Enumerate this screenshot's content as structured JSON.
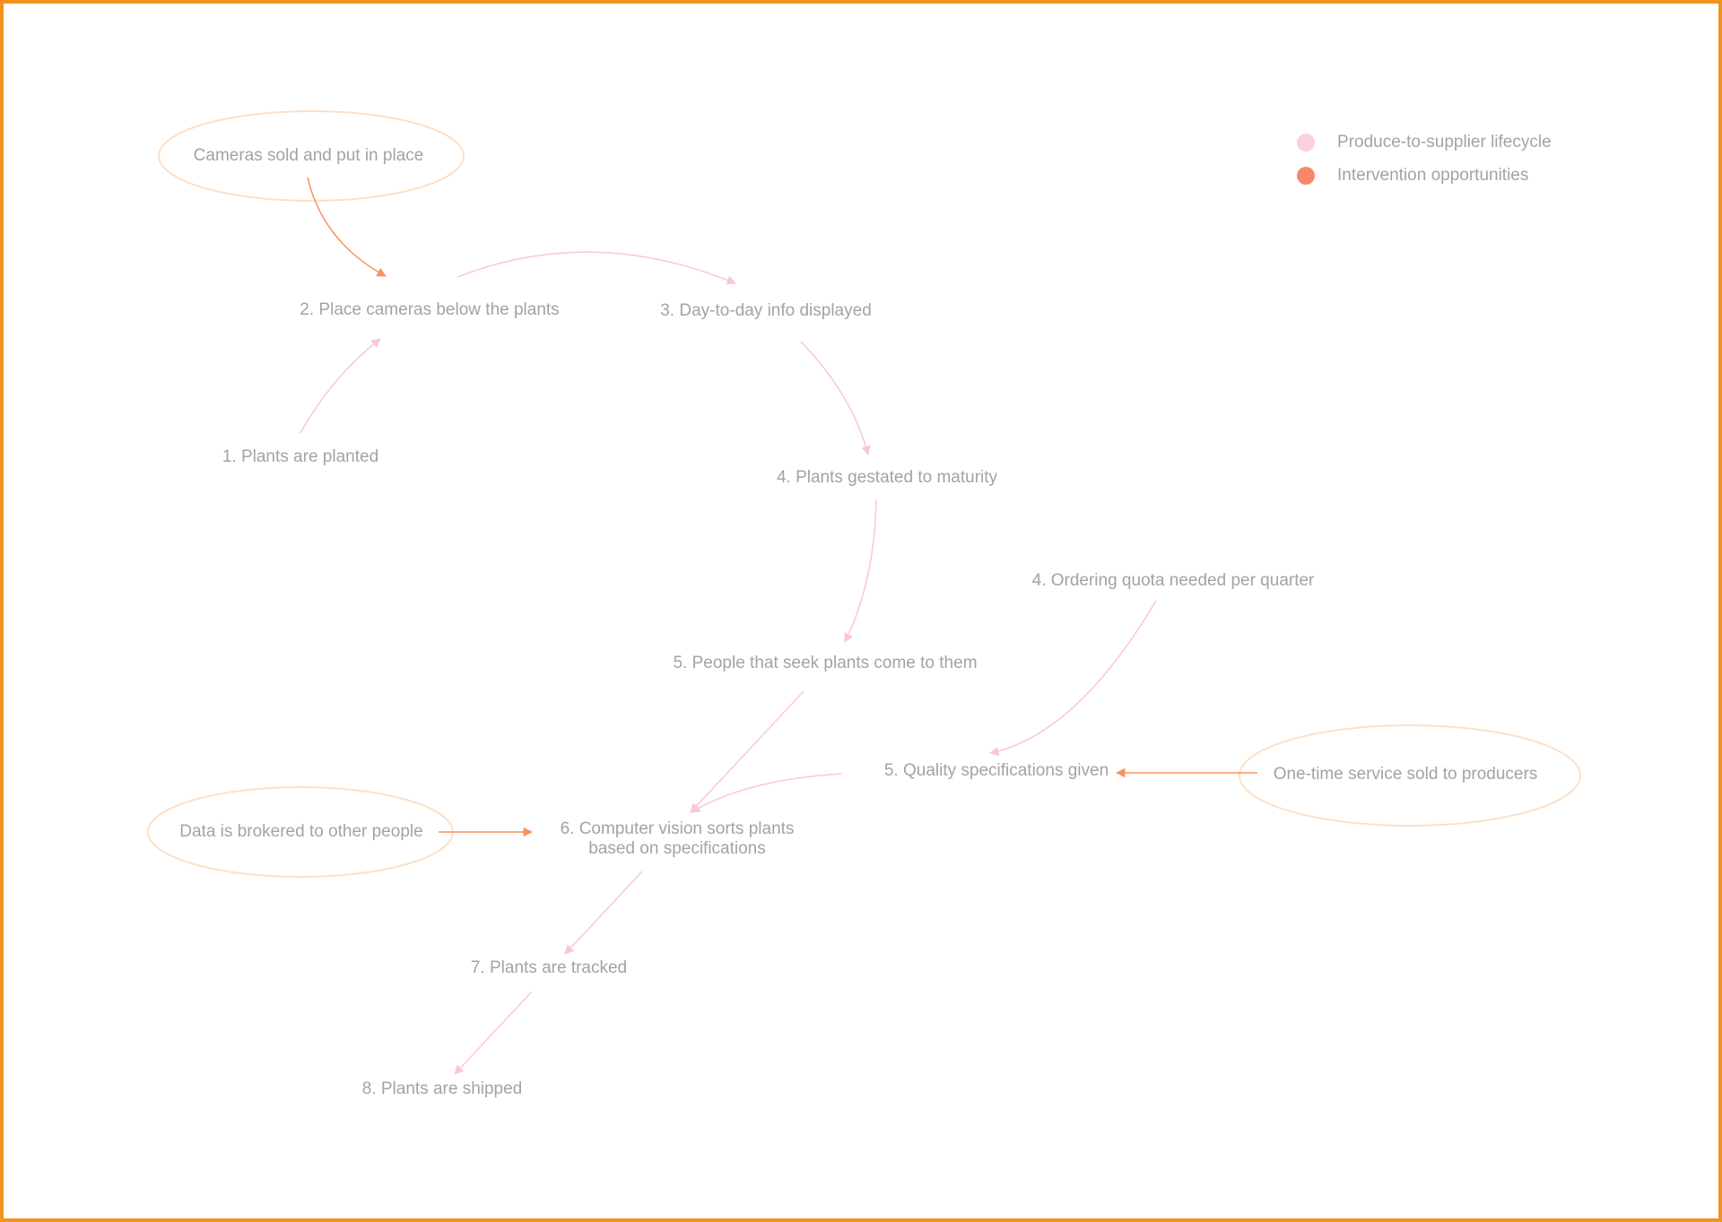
{
  "colors": {
    "frame": "#f2931e",
    "lifecycle": "#fcd0dc",
    "intervention": "#f7896a",
    "intervention_arrow": "#f7a06a",
    "ellipse_stroke": "#fde0c6",
    "text": "#a3a3a3"
  },
  "legend": {
    "lifecycle_label": "Produce-to-supplier lifecycle",
    "intervention_label": "Intervention opportunities"
  },
  "lifecycle_steps": {
    "step1": "1. Plants are planted",
    "step2": "2. Place cameras below the plants",
    "step3": "3. Day-to-day info displayed",
    "step4": "4. Plants gestated to maturity",
    "step5": "5. People that seek plants come to them",
    "step4b": "4. Ordering quota needed per quarter",
    "step5b": "5. Quality specifications given",
    "step6": "6. Computer vision sorts plants\nbased on specifications",
    "step7": "7. Plants are tracked",
    "step8": "8. Plants are shipped"
  },
  "interventions": {
    "cameras_sold": "Cameras sold and put in place",
    "data_brokered": "Data is brokered to other people",
    "service_sold": "One-time service sold to producers"
  }
}
